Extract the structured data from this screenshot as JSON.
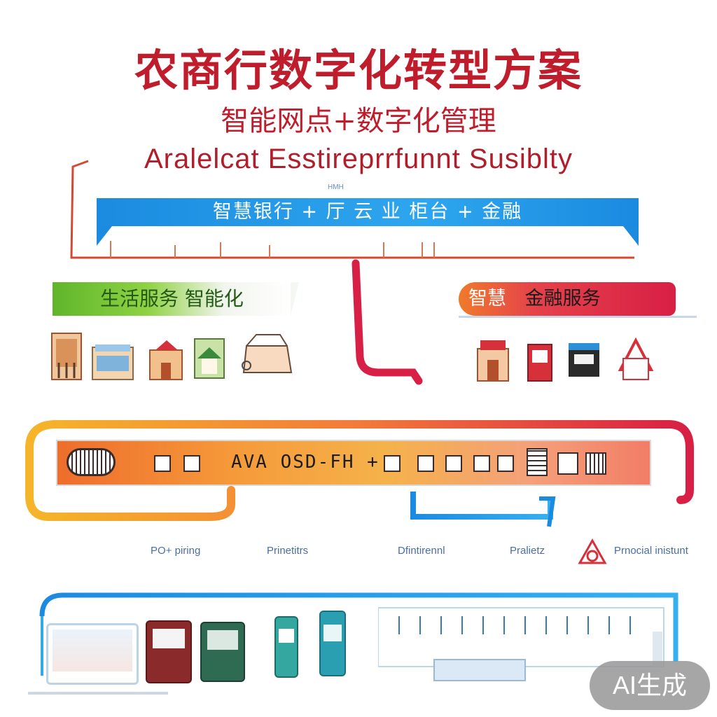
{
  "header": {
    "title": "农商行数字化转型方案",
    "subtitle": "智能网点+数字化管理",
    "en_title": "Aralelcat Esstireprrfunnt Susiblty",
    "tiny_label": "HMH",
    "band_text": "智慧银行 + 厅 云 业 柜台 + 金融"
  },
  "sections": {
    "left_tag": "生活服务 智能化",
    "right_tag_prefix": "智慧",
    "right_tag_text": "金融服务"
  },
  "flow": {
    "band_text": "AVA OSD-FH + ",
    "labels": [
      "PO+ piring",
      "Prinetitrs",
      "Dfintirennl",
      "Pralietz",
      "Prnocial inistunt"
    ]
  },
  "badge": "AI生成",
  "colors": {
    "title_red": "#c01d2c",
    "blue": "#1b8be0",
    "green": "#6fbf30",
    "orange": "#f08a30",
    "magenta": "#d81f45"
  }
}
